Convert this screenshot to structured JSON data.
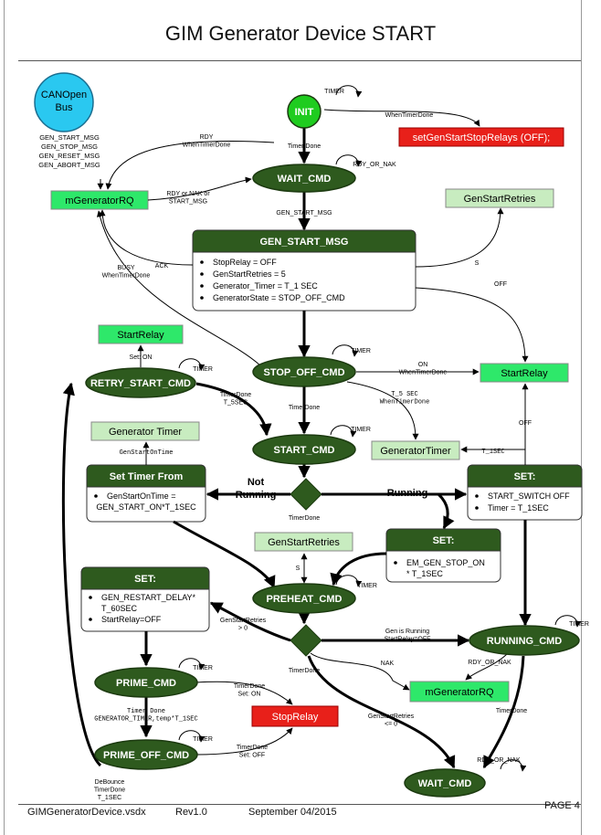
{
  "title": "GIM Generator Device START",
  "footer": {
    "file": "GIMGeneratorDevice.vsdx",
    "rev": "Rev1.0",
    "date": "September 04/2015",
    "page": "PAGE 4"
  },
  "bus": {
    "line1": "CANOpen",
    "line2": "Bus"
  },
  "bus_msgs": [
    "GEN_START_MSG",
    "GEN_STOP_MSG",
    "GEN_RESET_MSG",
    "GEN_ABORT_MSG"
  ],
  "states": {
    "init": "INIT",
    "wait_cmd": "WAIT_CMD",
    "stop_off_cmd": "STOP_OFF_CMD",
    "retry_start_cmd": "RETRY_START_CMD",
    "start_cmd": "START_CMD",
    "preheat_cmd": "PREHEAT_CMD",
    "prime_cmd": "PRIME_CMD",
    "prime_off_cmd": "PRIME_OFF_CMD",
    "running_cmd": "RUNNING_CMD",
    "wait_cmd_end": "WAIT_CMD"
  },
  "boxes": {
    "set_relays": "setGenStartStopRelays (OFF);",
    "mgen_rq_left": "mGeneratorRQ",
    "gen_start_retries_top": "GenStartRetries",
    "start_relay_left": "StartRelay",
    "start_relay_right": "StartRelay",
    "generator_timer_left": "Generator Timer",
    "generator_timer_mid": "GeneratorTimer",
    "gen_start_retries_mid": "GenStartRetries",
    "mgen_rq_bottom": "mGeneratorRQ",
    "stop_relay": "StopRelay"
  },
  "panels": {
    "gen_start_msg": {
      "title": "GEN_START_MSG",
      "items": [
        "StopRelay = OFF",
        "GenStartRetries = 5",
        "Generator_Timer = T_1 SEC",
        "GeneratorState = STOP_OFF_CMD"
      ]
    },
    "set_timer": {
      "title": "Set Timer From",
      "items": [
        "GenStartOnTime = GEN_START_ON*T_1SEC"
      ]
    },
    "set_right": {
      "title": "SET:",
      "items": [
        "START_SWITCH OFF",
        "Timer = T_1SEC"
      ]
    },
    "set_mid": {
      "title": "SET:",
      "items": [
        "EM_GEN_STOP_ON * T_1SEC"
      ]
    },
    "set_left": {
      "title": "SET:",
      "items": [
        "GEN_RESTART_DELAY* T_60SEC",
        "StartRelay=OFF"
      ]
    }
  },
  "labels": {
    "timer_init": "TIMER",
    "when_timer_done_init": "WhenTimerDone",
    "rdy_wtd": "RDY\nWhenTimerDone",
    "timer_done_init": "Timer Done",
    "rdy_or_nak_wait": "RDY_OR_NAK",
    "rdy_nak_start": "RDY or NAK or\nSTART_MSG",
    "gen_start_msg_lbl": "GEN_START_MSG",
    "ack": "ACK",
    "busy": "BUSY\nWhenTimerDone",
    "s_top": "S",
    "off_top": "OFF",
    "set_on": "Set: ON",
    "timer_retry": "TIMER",
    "timer_stopoff": "TIMER",
    "on_wtd": "ON\nWhenTimerDone",
    "timerdone_t5": "TimerDone\nT_5SEC",
    "t5_wtd": "T_5 SEC\nWhenTimerDone",
    "timerdone_stop": "TimerDone",
    "timer_start": "TIMER",
    "off_right": "OFF",
    "gen_start_on_time": "GenStartOnTime",
    "t_1sec": "T_1SEC",
    "not_running": "Not\nRunning",
    "running": "Running",
    "timerdone_diamond1": "TimerDone",
    "s_mid": "S",
    "timer_preheat": "TIMER",
    "genstart_gt0": "GenStartRetries\n> 0",
    "gen_is_running": "Gen is Running\nStartRelay=OFF",
    "timer_running": "TIMER",
    "timerdone_diamond2": "TimerDone",
    "nak": "NAK",
    "rdy_or_nak_running": "RDY_OR_NAK",
    "timer_prime": "TIMER",
    "timerdone_seton": "TimerDone\nSet: ON",
    "timerdone_running": "TimerDone",
    "timer_done_prime": "Timer Done\nGENERATOR_TIMER,temp*T_1SEC",
    "genstart_le0": "GenStartRetries\n<= 0",
    "timer_primeoff": "TIMER",
    "timerdone_setoff": "TimerDone\nSet: OFF",
    "rdy_or_nak_end": "RDY_OR_NAK",
    "debounce": "DeBounce\nTimerDone\nT_1SEC"
  },
  "colors": {
    "state_fill": "#2e5a1e",
    "state_border": "#1c3a10",
    "init_fill": "#1fcc1f",
    "bus_fill": "#2ac8f0",
    "bright_green": "#2ee86a",
    "pale_green": "#c8ecc0",
    "red_box": "#e8201a",
    "panel_head": "#2e5a1e"
  }
}
